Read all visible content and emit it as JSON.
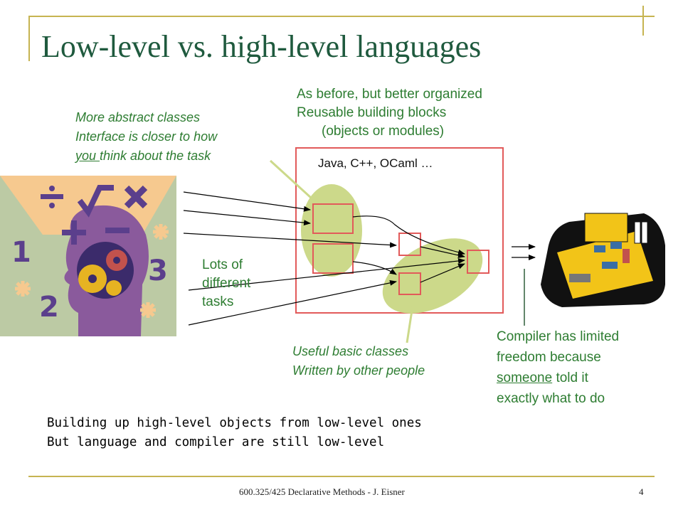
{
  "title": "Low-level vs. high-level languages",
  "top_note": {
    "line1": "As before, but better organized",
    "line2": "Reusable building blocks",
    "line3": "(objects or modules)"
  },
  "abstract_note": {
    "line1": "More abstract classes",
    "line2": "Interface is closer to how",
    "line3_underlined": "you ",
    "line3_rest": "think about the task"
  },
  "box_label": "Java, C++, OCaml …",
  "tasks_note": {
    "line1": "Lots of",
    "line2": "different",
    "line3": "tasks"
  },
  "basic_note": {
    "line1": "Useful basic classes",
    "line2": "Written by other people"
  },
  "compiler_note": {
    "line1": "Compiler has limited",
    "line2": "freedom because",
    "line3_underlined": "someone",
    "line3_rest": " told it",
    "line4": "exactly what to do"
  },
  "summary": {
    "line1": "Building up high-level objects from low-level ones",
    "line2": "But language and compiler are still low-level"
  },
  "footer": {
    "text": "600.325/425 Declarative Methods - J. Eisner",
    "page": "4"
  },
  "head_illustration": {
    "numbers": [
      "1",
      "2",
      "3"
    ],
    "operators": [
      "÷",
      "√",
      "×",
      "+",
      "−"
    ]
  },
  "colors": {
    "title": "#1f5a3e",
    "green_text": "#2e7d32",
    "accent": "#c6b451",
    "red_box": "#e25a5a",
    "ellipse": "#ccd98a"
  },
  "icons": [
    "head-with-gears-clipart",
    "circuit-board-clipart"
  ]
}
